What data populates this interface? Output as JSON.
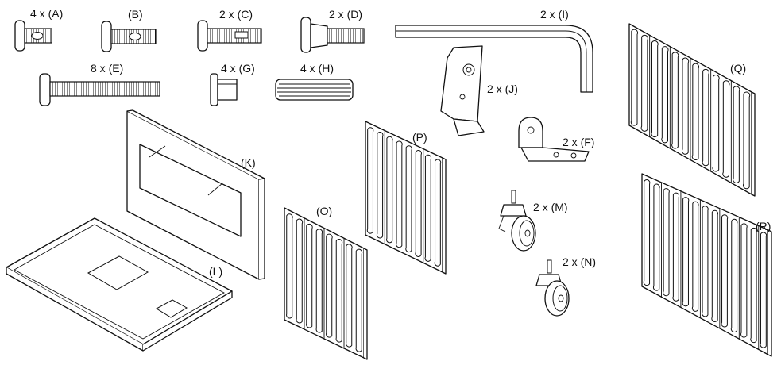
{
  "parts": {
    "A": "4 x (A)",
    "B": "(B)",
    "C": "2 x (C)",
    "D": "2 x (D)",
    "E": "8 x (E)",
    "G": "4 x (G)",
    "H": "4 x (H)",
    "I": "2 x (I)",
    "J": "2 x (J)",
    "F": "2 x (F)",
    "K": "(K)",
    "L": "(L)",
    "O": "(O)",
    "P": "(P)",
    "Q": "(Q)",
    "R": "(R)",
    "M": "2 x (M)",
    "N": "2 x (N)"
  }
}
